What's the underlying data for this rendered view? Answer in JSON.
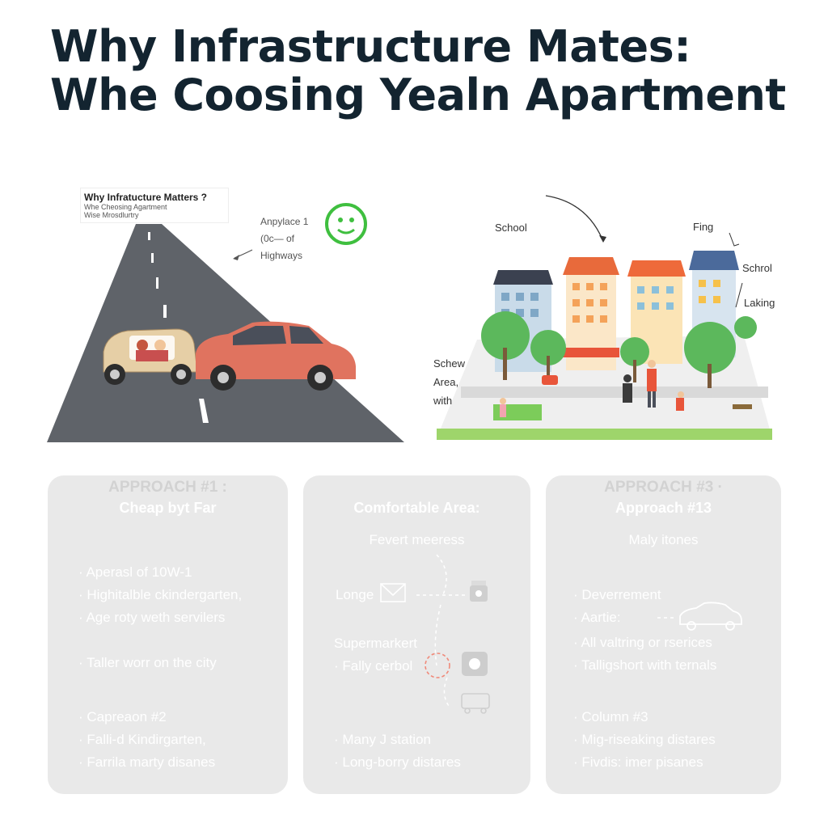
{
  "header": {
    "title_line1": "Why Infrastructure Mates:",
    "title_line2": "Whe Coosing Yealn Apartment"
  },
  "left_panel": {
    "label_title": "Why Infratucture Matters ?",
    "label_line2": "Whe Cheosing Agartment",
    "label_line3": "Wise Mrosdlurtry",
    "note_line1": "Anpylace 1",
    "note_line2": "(0c— of",
    "note_line3": "Highways",
    "smile_color": "#3fbf3f",
    "road_color": "#5f6369",
    "car_color": "#e0735f",
    "van_color": "#e6cfa6"
  },
  "right_panel": {
    "label_school": "School",
    "label_fing": "Fing",
    "label_schrol": "Schrol",
    "label_laking": "Laking",
    "label_schew": "Schew",
    "label_area": "Area,",
    "label_with": "with"
  },
  "cards": [
    {
      "heading1": "APPROACH #1 :",
      "heading2": "Cheap byt Far",
      "items": [
        "· Aperasl of 10W-1",
        "· Highitalble ckindergarten,",
        "· Age roty weth servilers",
        "· Taller worr on the city",
        "· Capreaon #2",
        "· Falli-d Kindirgarten,",
        "· Farrila marty disanes"
      ]
    },
    {
      "heading2": "Comfortable Area:",
      "subtitle": "Fevert meeress",
      "items": [
        "Longe",
        "Supermarkert",
        "· Fally cerbol",
        "· Many J station",
        "· Long-borry distares"
      ]
    },
    {
      "heading1": "APPROACH #3 ·",
      "heading2": "Approach #13",
      "subtitle": "Maly itones",
      "items": [
        "· Deverrement",
        "· Aartie:",
        "· All valtring or rserices",
        "· Talligshort with ternals",
        "· Column #3",
        "· Mig-riseaking distares",
        "· Fivdis: imer pisanes"
      ]
    }
  ]
}
